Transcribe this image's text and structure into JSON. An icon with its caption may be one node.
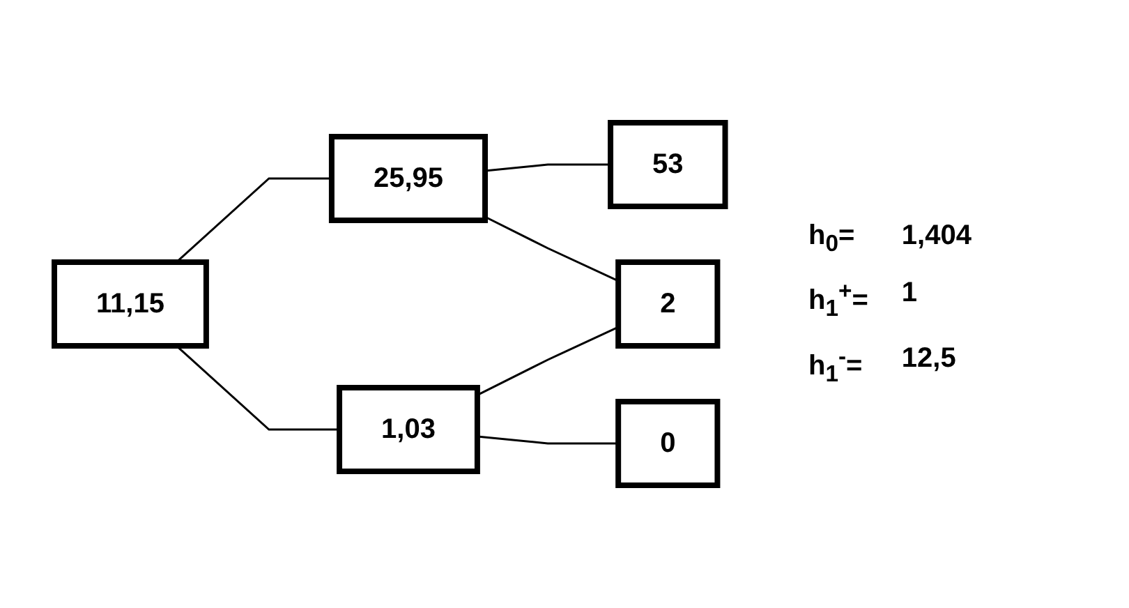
{
  "diagram": {
    "nodes": [
      {
        "text": [
          "11,15"
        ]
      },
      {
        "text": [
          "25,95"
        ]
      },
      {
        "text": [
          "1,03"
        ]
      },
      {
        "text": [
          "53"
        ]
      },
      {
        "text": [
          "2"
        ]
      },
      {
        "text": [
          "0"
        ]
      }
    ],
    "edges": [
      {
        "from": 0,
        "to": 1,
        "arrow": "none"
      },
      {
        "from": 0,
        "to": 2,
        "arrow": "none"
      },
      {
        "from": 1,
        "to": 3,
        "arrow": "none"
      },
      {
        "from": 1,
        "to": 4,
        "arrow": "none"
      },
      {
        "from": 2,
        "to": 4,
        "arrow": "none"
      },
      {
        "from": 2,
        "to": 5,
        "arrow": "none"
      }
    ],
    "labels": [
      "h$_{0}$=",
      "1,404",
      "h$_{1}$$^{+}$=",
      "1",
      "h$_{1}$$^{-}$=",
      "12,5"
    ]
  }
}
